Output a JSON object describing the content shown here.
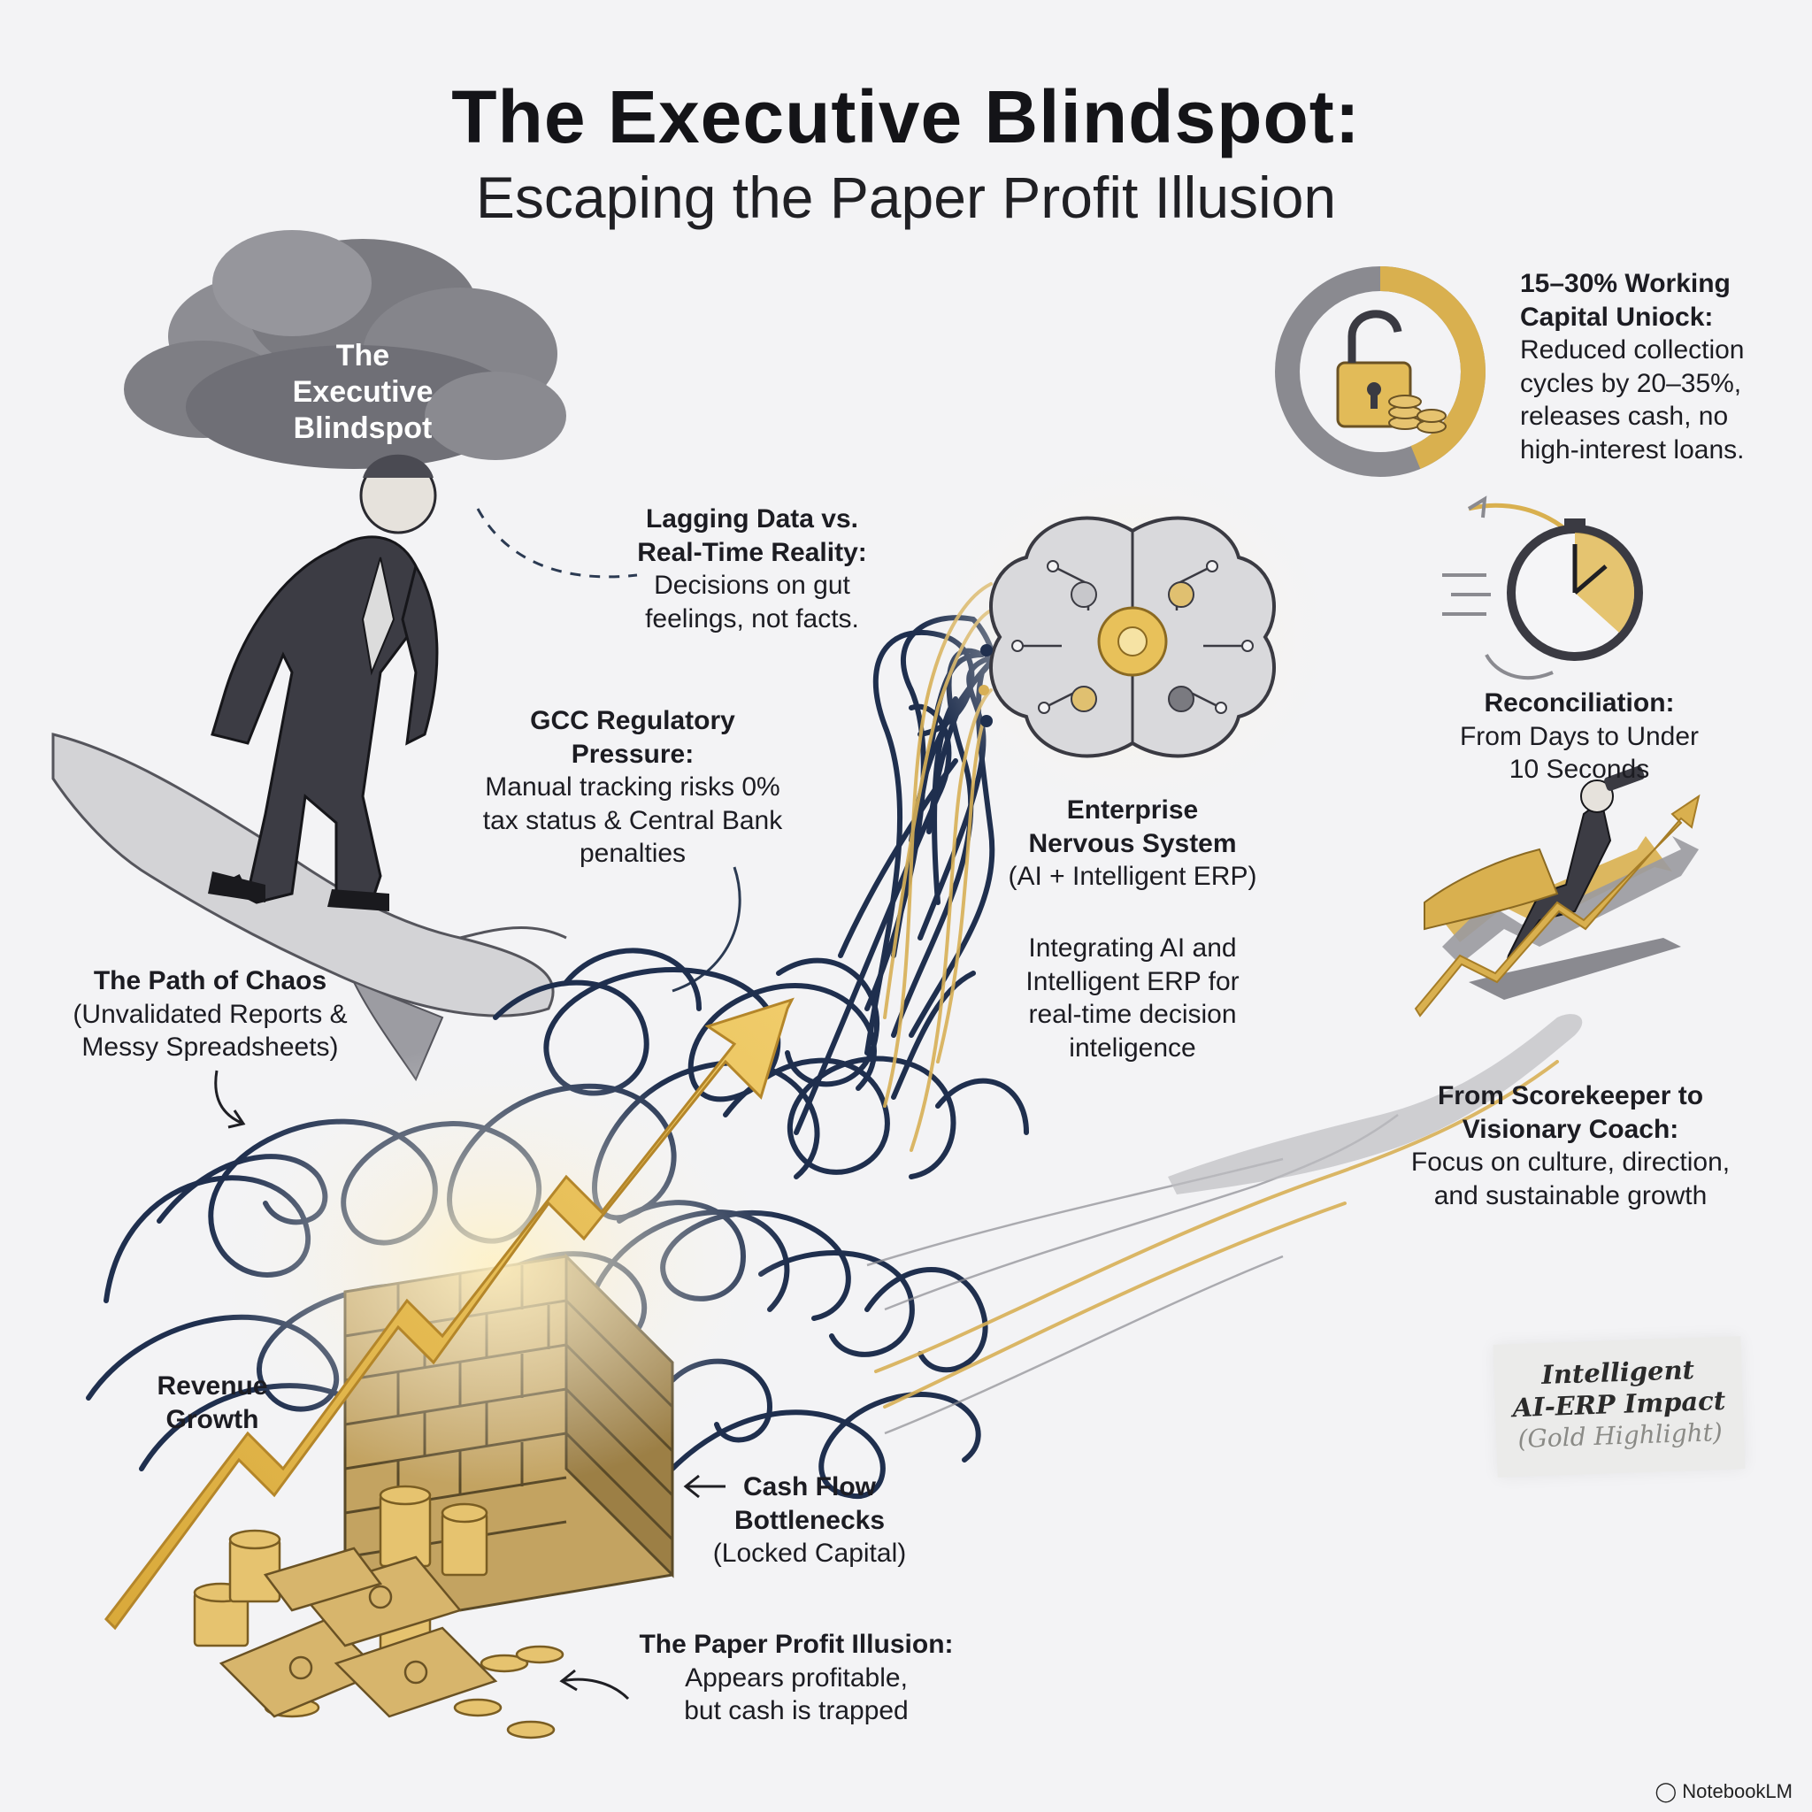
{
  "title": "The Executive Blindspot:",
  "subtitle": "Escaping the Paper Profit Illusion",
  "cloud_label": {
    "line1": "The Executive",
    "line2": "Blindspot"
  },
  "lagging": {
    "heading1": "Lagging Data vs.",
    "heading2": "Real-Time Reality:",
    "body1": "Decisions on gut",
    "body2": "feelings, not facts."
  },
  "gcc": {
    "heading1": "GCC Regulatory",
    "heading2": "Pressure:",
    "body1": "Manual tracking risks 0%",
    "body2": "tax status & Central Bank",
    "body3": "penalties"
  },
  "chaos": {
    "heading": "The Path of Chaos",
    "body1": "(Unvalidated Reports &",
    "body2": "Messy Spreadsheets)"
  },
  "revenue": {
    "line1": "Revenue",
    "line2": "Growth"
  },
  "cashflow": {
    "line1": "Cash Flow",
    "line2": "Bottlenecks",
    "body": "(Locked Capital)"
  },
  "paper_profit": {
    "heading": "The Paper Profit Illusion:",
    "body1": "Appears profitable,",
    "body2": "but cash is trapped"
  },
  "nervous": {
    "line1": "Enterprise",
    "line2": "Nervous System",
    "body": "(AI + Intelligent ERP)"
  },
  "integrating": {
    "line1": "Integrating AI and",
    "line2": "Intelligent ERP for",
    "line3": "real-time decision",
    "line4": "inteligence"
  },
  "working_capital": {
    "heading1": "15–30% Working",
    "heading2": "Capital Uniock:",
    "body1": "Reduced collection",
    "body2": "cycles by 20–35%,",
    "body3": "releases cash, no",
    "body4": "high-interest loans."
  },
  "reconciliation": {
    "heading": "Reconciliation:",
    "body1": "From Days to Under",
    "body2": "10 Seconds"
  },
  "scorekeeper": {
    "heading1": "From Scorekeeper to",
    "heading2": "Visionary Coach:",
    "body1": "Focus on culture, direction,",
    "body2": "and sustainable growth"
  },
  "legend": {
    "line1": "Intelligent",
    "line2": "AI-ERP Impact",
    "line3": "(Gold Highlight)"
  },
  "brand": "NotebookLM",
  "colors": {
    "gold": "#e0b94e",
    "navy": "#1f2f4e",
    "cloud": "#6c6c72",
    "background": "#f3f3f5"
  },
  "icons": [
    "storm-cloud",
    "businessman",
    "brain-circuit",
    "padlock-coins",
    "stopwatch",
    "brick-wall",
    "coin-stacks",
    "banknotes",
    "telescope-hero"
  ]
}
